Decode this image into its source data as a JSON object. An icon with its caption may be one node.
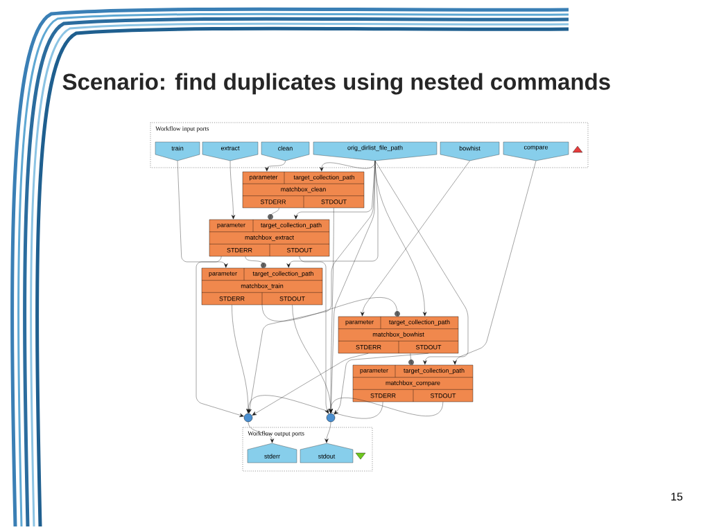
{
  "diagram": {
    "title": "Scenario: find duplicates using nested commands",
    "nodes": [
      {
        "text": [
          "Workflow input ports"
        ]
      },
      {
        "text": [
          "train"
        ],
        "in": 0
      },
      {
        "text": [
          "extract"
        ],
        "in": 0
      },
      {
        "text": [
          "clean"
        ],
        "in": 0
      },
      {
        "text": [
          "orig_dirlist_file_path"
        ],
        "in": 0
      },
      {
        "text": [
          "bowhist"
        ],
        "in": 0
      },
      {
        "text": [
          "compare"
        ],
        "in": 0
      },
      {
        "text": [
          "parameter",
          "target_collection_path",
          "matchbox_clean",
          "STDERR",
          "STDOUT"
        ]
      },
      {
        "text": [
          "parameter",
          "target_collection_path",
          "matchbox_extract",
          "STDERR",
          "STDOUT"
        ]
      },
      {
        "text": [
          "parameter",
          "target_collection_path",
          "matchbox_train",
          "STDERR",
          "STDOUT"
        ]
      },
      {
        "text": [
          "parameter",
          "target_collection_path",
          "matchbox_bowhist",
          "STDERR",
          "STDOUT"
        ]
      },
      {
        "text": [
          "parameter",
          "target_collection_path",
          "matchbox_compare",
          "STDERR",
          "STDOUT"
        ]
      },
      {
        "text": [],
        "shape": "circle"
      },
      {
        "text": [],
        "shape": "circle"
      },
      {
        "text": [
          "Workflow output ports"
        ]
      },
      {
        "text": [
          "stderr"
        ],
        "in": 14
      },
      {
        "text": [
          "stdout"
        ],
        "in": 14
      },
      {
        "text": [],
        "shape": "circle"
      },
      {
        "text": [],
        "shape": "circle"
      },
      {
        "text": [],
        "shape": "circle"
      },
      {
        "text": [],
        "shape": "circle"
      }
    ],
    "edges": [
      {
        "from": 3,
        "to": 7,
        "arrow": "to"
      },
      {
        "from": 4,
        "to": 7,
        "arrow": "to"
      },
      {
        "from": 2,
        "to": 8,
        "arrow": "to"
      },
      {
        "from": 7,
        "to": 17,
        "arrow": "none"
      },
      {
        "from": 17,
        "to": 8,
        "arrow": "none"
      },
      {
        "from": 4,
        "to": 8,
        "arrow": "to"
      },
      {
        "from": 7,
        "to": 13,
        "arrow": "to"
      },
      {
        "from": 1,
        "to": 9,
        "arrow": "to"
      },
      {
        "from": 8,
        "to": 18,
        "arrow": "none"
      },
      {
        "from": 18,
        "to": 9,
        "arrow": "none"
      },
      {
        "from": 4,
        "to": 9,
        "arrow": "to"
      },
      {
        "from": 8,
        "to": 12,
        "arrow": "to"
      },
      {
        "from": 8,
        "to": 13,
        "arrow": "to"
      },
      {
        "from": 9,
        "to": 19,
        "arrow": "none"
      },
      {
        "from": 19,
        "to": 10,
        "arrow": "none"
      },
      {
        "from": 4,
        "to": 10,
        "arrow": "to"
      },
      {
        "from": 5,
        "to": 10,
        "arrow": "to"
      },
      {
        "from": 9,
        "to": 12,
        "arrow": "to"
      },
      {
        "from": 9,
        "to": 13,
        "arrow": "to"
      },
      {
        "from": 10,
        "to": 20,
        "arrow": "none"
      },
      {
        "from": 20,
        "to": 11,
        "arrow": "none"
      },
      {
        "from": 4,
        "to": 11,
        "arrow": "to"
      },
      {
        "from": 6,
        "to": 11,
        "arrow": "to"
      },
      {
        "from": 10,
        "to": 12,
        "arrow": "to"
      },
      {
        "from": 10,
        "to": 13,
        "arrow": "to"
      },
      {
        "from": 11,
        "to": 12,
        "arrow": "to"
      },
      {
        "from": 11,
        "to": 13,
        "arrow": "to"
      },
      {
        "from": 4,
        "to": 12,
        "arrow": "to"
      },
      {
        "from": 4,
        "to": 13,
        "arrow": "to"
      },
      {
        "from": 12,
        "to": 15,
        "arrow": "to"
      },
      {
        "from": 13,
        "to": 16,
        "arrow": "to"
      }
    ],
    "labels": [
      "15"
    ]
  }
}
